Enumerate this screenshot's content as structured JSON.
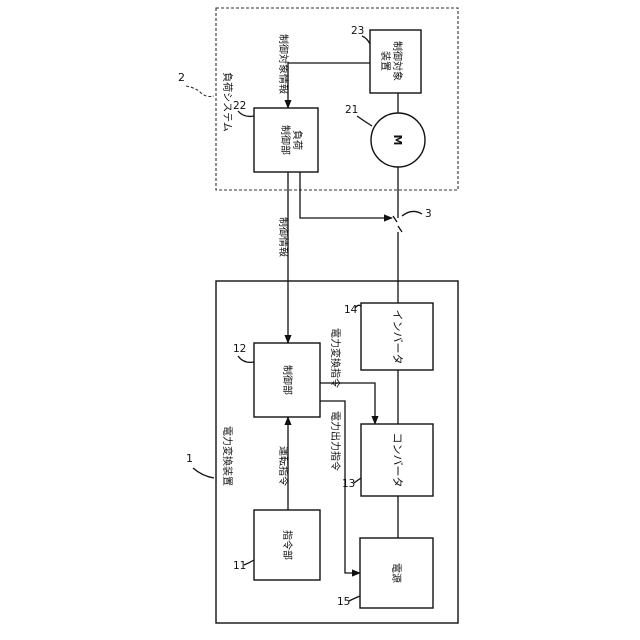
{
  "system": {
    "load_system_label": "負荷システム",
    "load_system_ref": "2",
    "power_converter_label": "電力変換装置",
    "power_converter_ref": "1",
    "wire_ref": "3"
  },
  "blocks": {
    "controlled_device": {
      "label_1": "制御対象",
      "label_2": "装置",
      "ref": "23"
    },
    "load_controller": {
      "label_1": "負荷",
      "label_2": "制御部",
      "ref": "22"
    },
    "motor": {
      "label": "M",
      "ref": "21"
    },
    "controller": {
      "label": "制御部",
      "ref": "12"
    },
    "inverter": {
      "label": "インバータ",
      "ref": "14"
    },
    "converter": {
      "label": "コンバータ",
      "ref": "13"
    },
    "command_unit": {
      "label": "指令部",
      "ref": "11"
    },
    "power_source": {
      "label": "電源",
      "ref": "15"
    }
  },
  "signals": {
    "control_target_info": "制御対象情報",
    "control_info": "制御情報",
    "power_conversion_command": "電力変換指令",
    "power_output_command": "電力出力指令",
    "operation_command": "運転指令"
  }
}
